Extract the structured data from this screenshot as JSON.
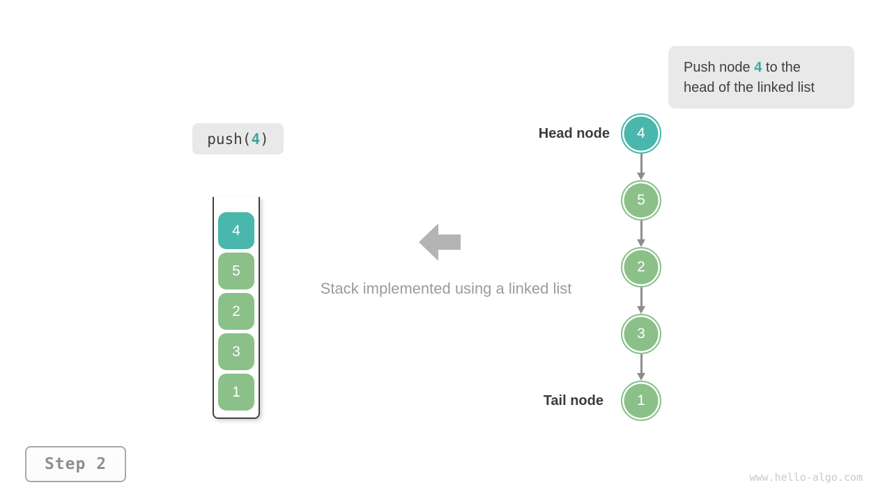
{
  "colors": {
    "teal": "#49b7ab",
    "teal_text": "#3aa89b",
    "green": "#8bc089",
    "arrow_gray": "#8d8d8d",
    "block_arrow_gray": "#b4b4b4",
    "muted_gray": "#9b9b9b",
    "dark_text": "#3e3e3e",
    "chip_bg": "#e9e9e9",
    "watermark_gray": "#c9c9c9"
  },
  "annotation": {
    "line1_prefix": "Push node ",
    "value": "4",
    "line1_suffix": " to the",
    "line2": "head of the linked list"
  },
  "operation": {
    "prefix": "push(",
    "arg": "4",
    "suffix": ")"
  },
  "stack": {
    "items": [
      {
        "value": "4",
        "highlight": true
      },
      {
        "value": "5",
        "highlight": false
      },
      {
        "value": "2",
        "highlight": false
      },
      {
        "value": "3",
        "highlight": false
      },
      {
        "value": "1",
        "highlight": false
      }
    ]
  },
  "caption": "Stack implemented using a linked list",
  "linked_list": {
    "head_label": "Head node",
    "tail_label": "Tail node",
    "nodes": [
      {
        "value": "4",
        "highlight": true
      },
      {
        "value": "5",
        "highlight": false
      },
      {
        "value": "2",
        "highlight": false
      },
      {
        "value": "3",
        "highlight": false
      },
      {
        "value": "1",
        "highlight": false
      }
    ]
  },
  "step_badge": {
    "label": "Step 2"
  },
  "watermark": "www.hello-algo.com"
}
